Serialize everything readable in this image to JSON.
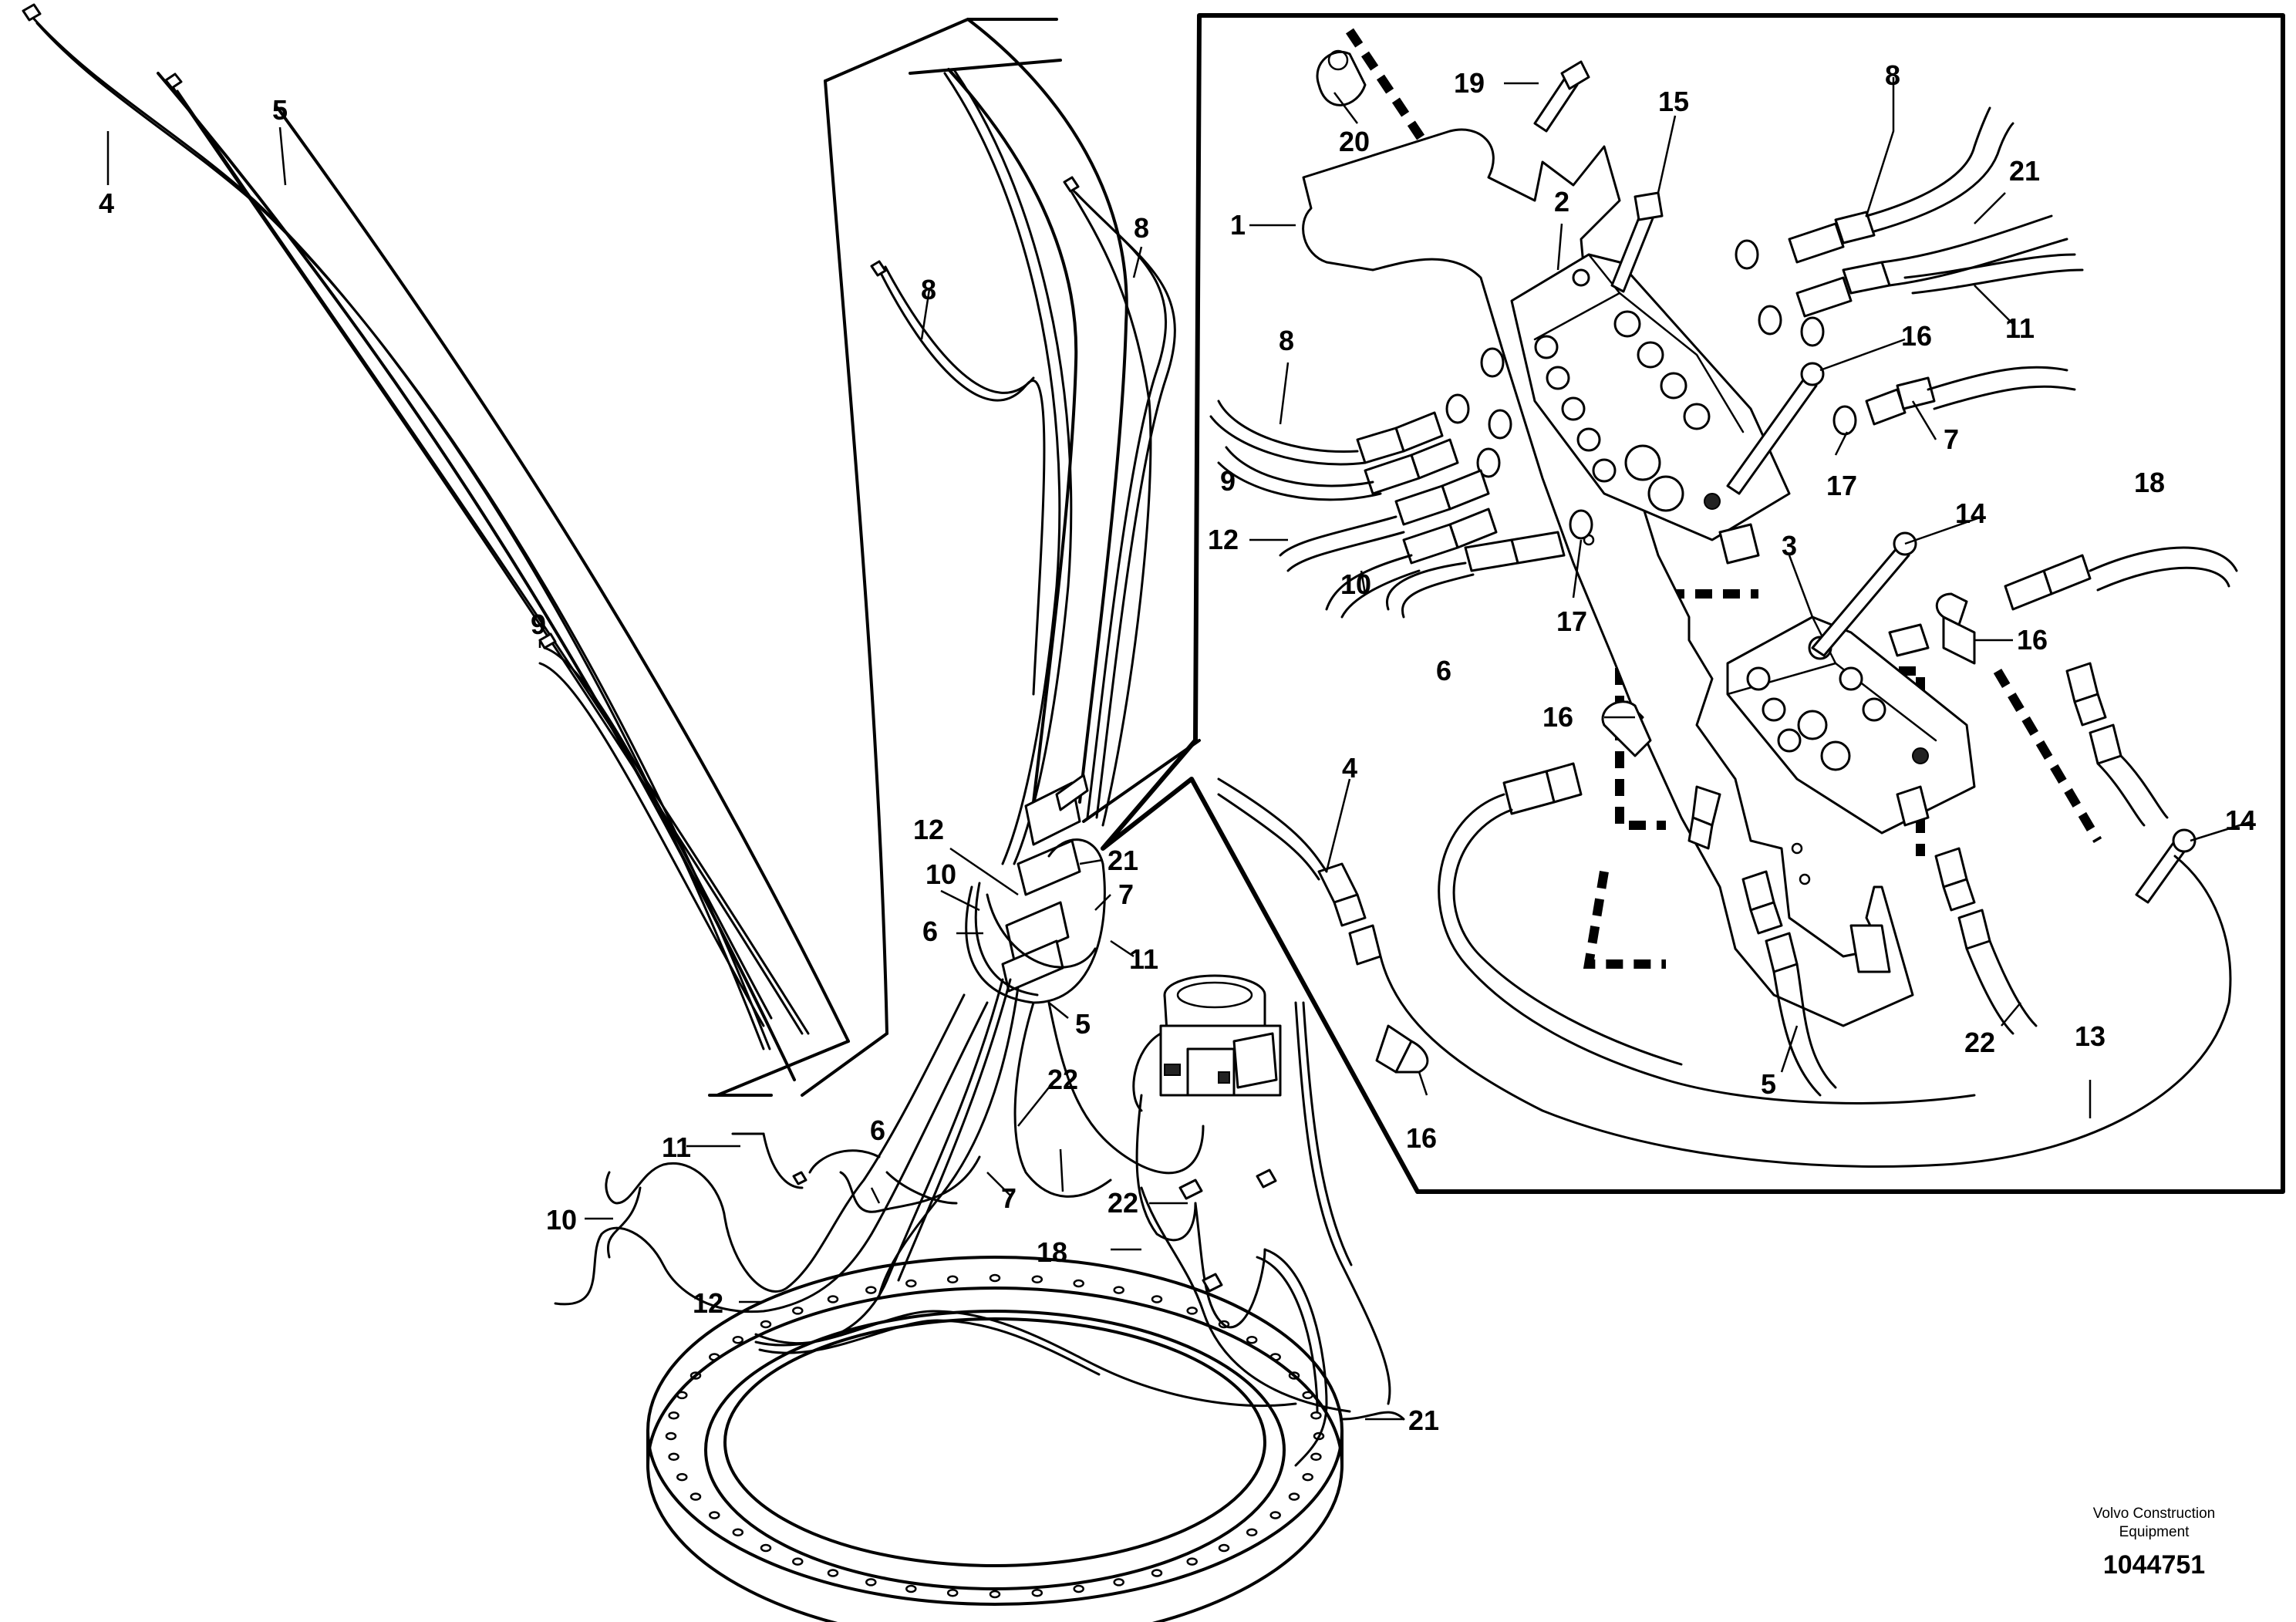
{
  "brand_line1": "Volvo Construction",
  "brand_line2": "Equipment",
  "drawing_number": "1044751",
  "callouts": {
    "c4": "4",
    "c5": "5",
    "c9": "9",
    "c8a": "8",
    "c8b": "8",
    "c12a": "12",
    "c21a": "21",
    "c10a": "10",
    "c7a": "7",
    "c6a": "6",
    "c11a": "11",
    "c5b": "5",
    "c22a": "22",
    "c6b": "6",
    "c11b": "11",
    "c7b": "7",
    "c10b": "10",
    "c18a": "18",
    "c22b": "22",
    "c12b": "12",
    "c21b": "21",
    "d19": "19",
    "d20": "20",
    "d15": "15",
    "d8a": "8",
    "d21": "21",
    "d1": "1",
    "d2": "2",
    "d11": "11",
    "d8b": "8",
    "d16a": "16",
    "d7": "7",
    "d9": "9",
    "d17a": "17",
    "d12": "12",
    "d10": "10",
    "d18": "18",
    "d14a": "14",
    "d3": "3",
    "d6": "6",
    "d17b": "17",
    "d16b": "16",
    "d16c": "16",
    "d4": "4",
    "d14b": "14",
    "d22": "22",
    "d13": "13",
    "d5": "5",
    "d16d": "16"
  }
}
